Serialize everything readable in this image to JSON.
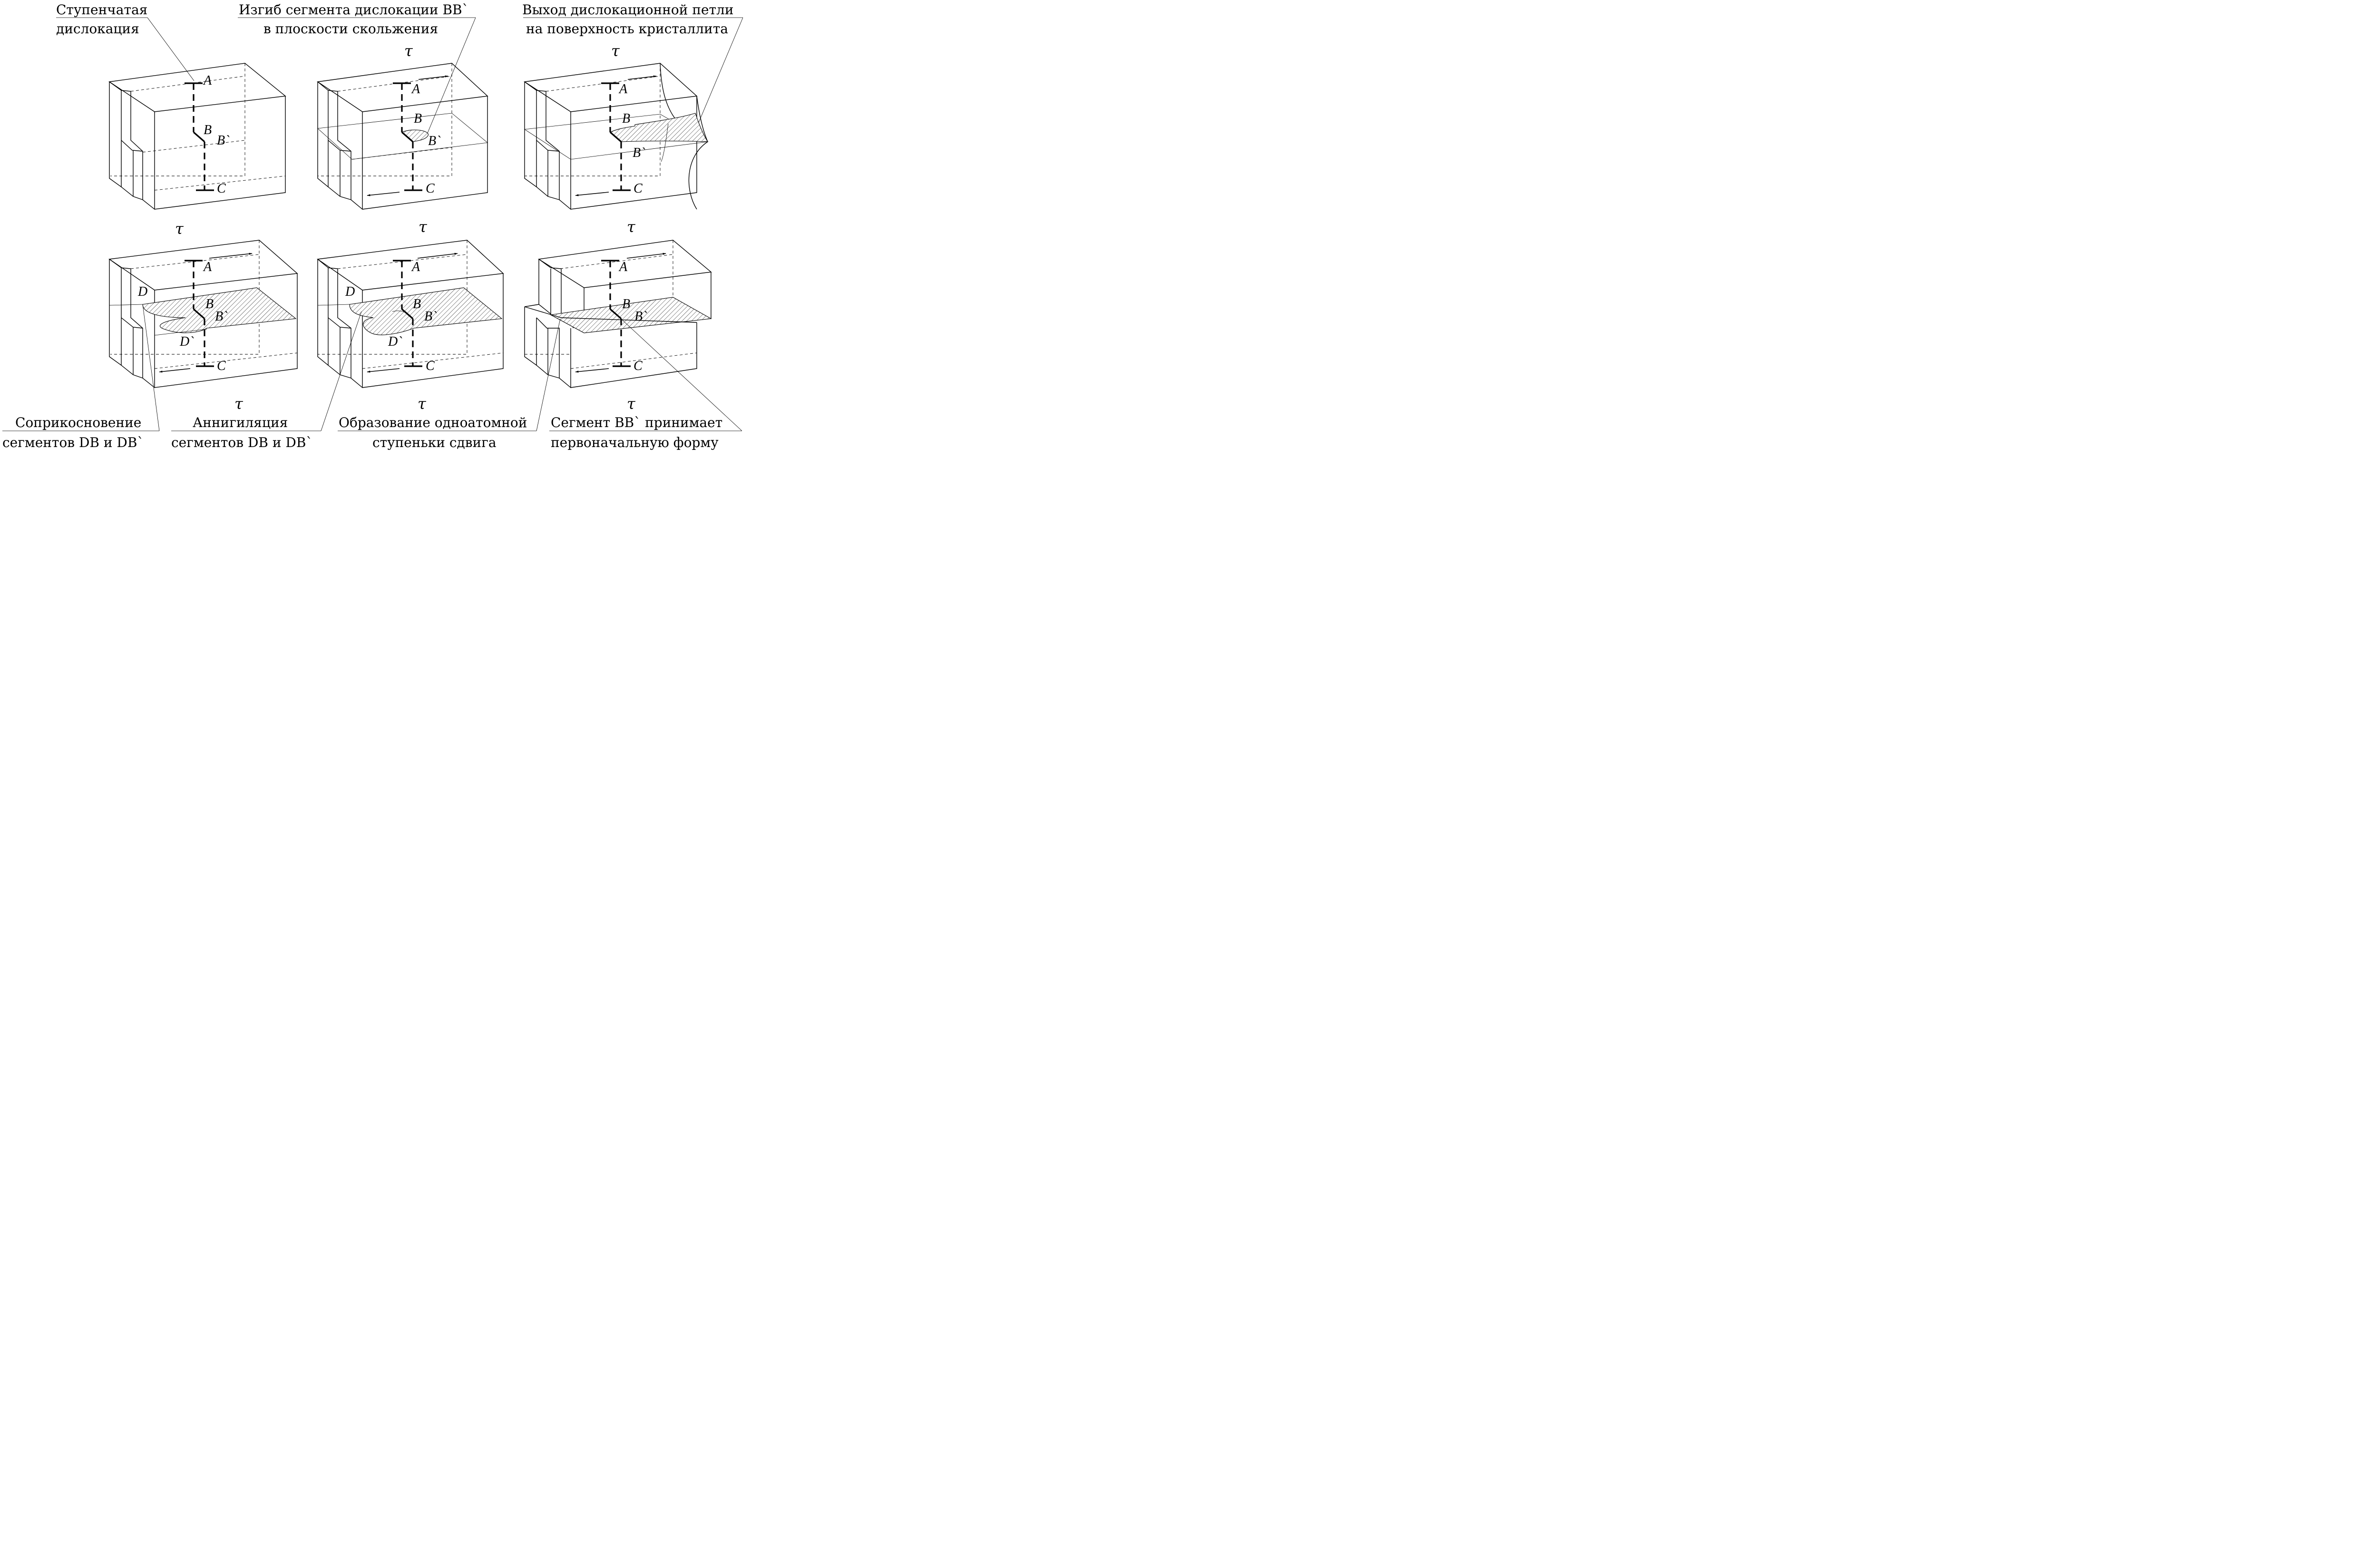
{
  "captions": {
    "top_left": [
      "Ступенчатая",
      "дислокация"
    ],
    "top_mid": [
      "Изгиб сегмента дислокации BB`",
      "в плоскости скольжения"
    ],
    "top_right": [
      "Выход дислокационной петли",
      "на поверхность кристаллита"
    ],
    "bot_1": [
      "Соприкосновение",
      "сегментов DB и DB`"
    ],
    "bot_2": [
      "Аннигиляция",
      "сегментов DB и DB`"
    ],
    "bot_3": [
      "Образование одноатомной",
      "ступеньки сдвига"
    ],
    "bot_4": [
      "Сегмент BB` принимает",
      "первоначальную форму"
    ]
  },
  "labels": {
    "A": "A",
    "B": "B",
    "Bp": "B`",
    "C": "C",
    "D": "D",
    "Dp": "D`",
    "tau": "τ"
  }
}
